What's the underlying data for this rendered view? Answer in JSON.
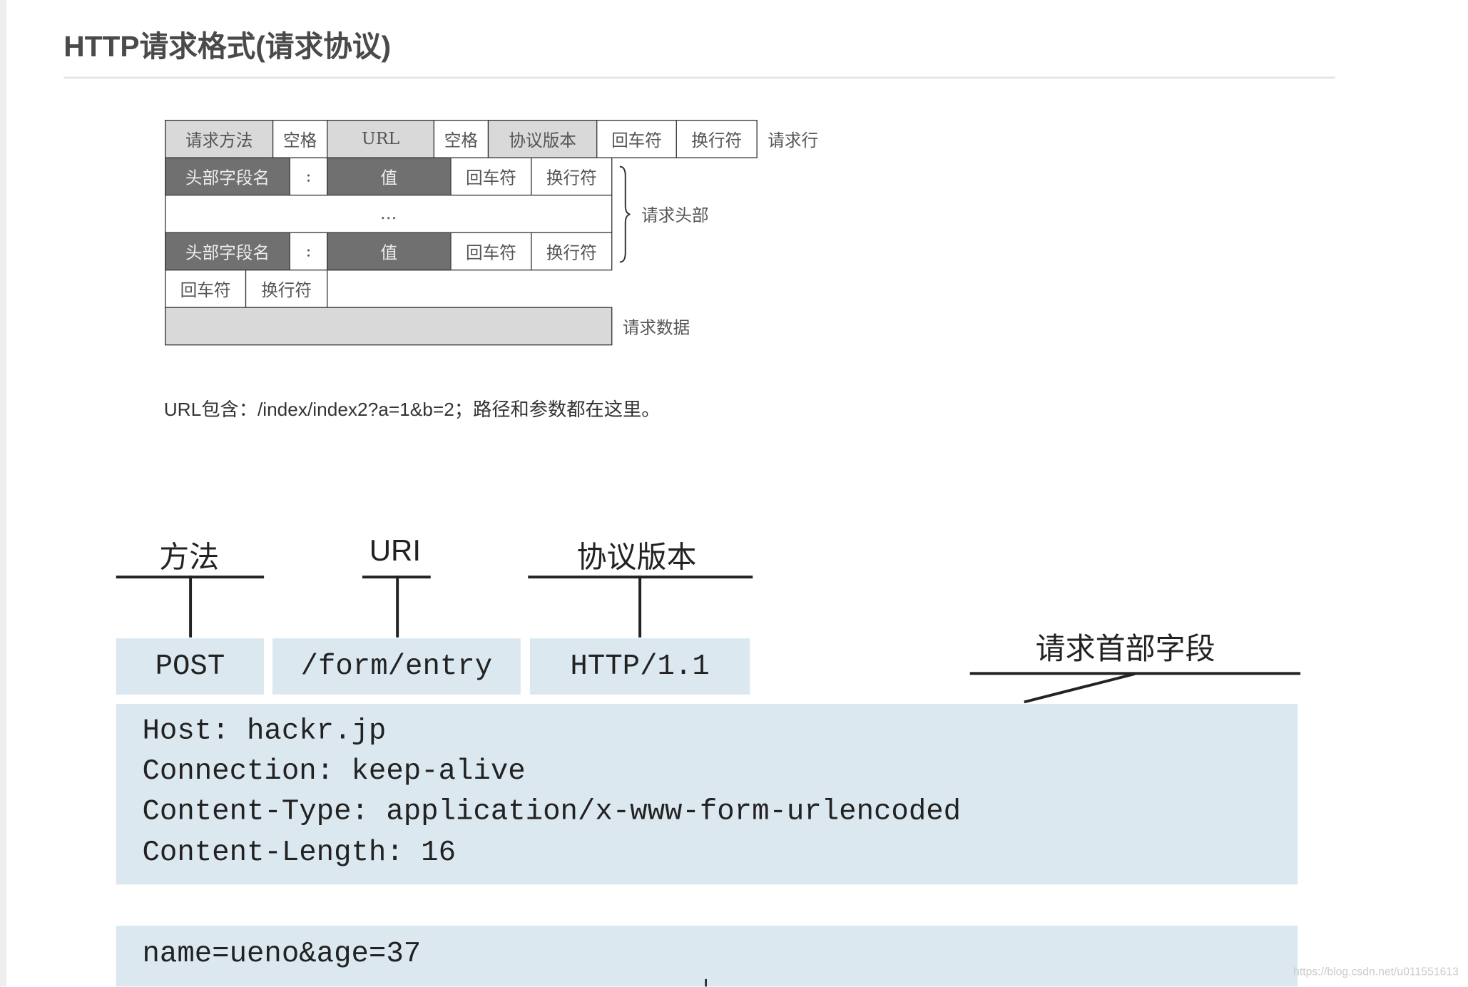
{
  "title": "HTTP请求格式(请求协议)",
  "diagram1": {
    "row1": [
      "请求方法",
      "空格",
      "URL",
      "空格",
      "协议版本",
      "回车符",
      "换行符"
    ],
    "row1_label": "请求行",
    "header_row": [
      "头部字段名",
      ":",
      "值",
      "回车符",
      "换行符"
    ],
    "ellipsis": "…",
    "header_label": "请求头部",
    "blank_row": [
      "回车符",
      "换行符"
    ],
    "data_label": "请求数据"
  },
  "url_note": "URL包含：/index/index2?a=1&b=2；路径和参数都在这里。",
  "diagram2": {
    "method_label": "方法",
    "uri_label": "URI",
    "version_label": "协议版本",
    "headers_label": "请求首部字段",
    "method": "POST",
    "uri": "/form/entry",
    "version": "HTTP/1.1",
    "headers": [
      "Host: hackr.jp",
      "Connection: keep-alive",
      "Content-Type: application/x-www-form-urlencoded",
      "Content-Length: 16"
    ],
    "body": "name=ueno&age=37",
    "box_color": "#dce8f0"
  },
  "watermark": "https://blog.csdn.net/u011551613"
}
